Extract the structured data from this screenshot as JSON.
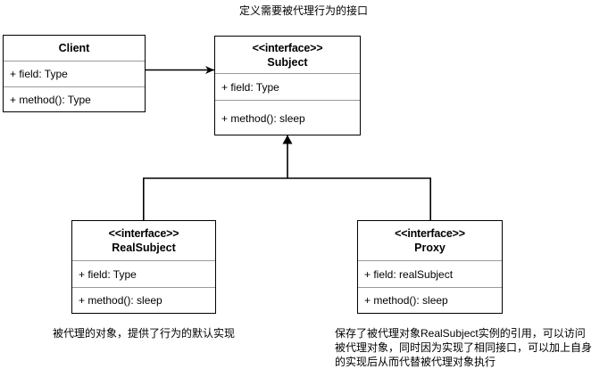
{
  "diagram": {
    "type": "uml-class-diagram",
    "title_note": "定义需要被代理行为的接口",
    "background": "#ffffff",
    "line_color": "#000000",
    "divider_color": "#9a9a9a"
  },
  "classes": {
    "client": {
      "name": "Client",
      "stereotype": "",
      "attributes": [
        "+ field: Type"
      ],
      "methods": [
        "+ method(): Type"
      ]
    },
    "subject": {
      "name": "Subject",
      "stereotype": "<<interface>>",
      "attributes": [
        "+ field: Type"
      ],
      "methods": [
        "+ method(): sleep"
      ]
    },
    "realsubject": {
      "name": "RealSubject",
      "stereotype": "<<interface>>",
      "attributes": [
        "+ field: Type"
      ],
      "methods": [
        "+ method(): sleep"
      ]
    },
    "proxy": {
      "name": "Proxy",
      "stereotype": "<<interface>>",
      "attributes": [
        "+ field: realSubject"
      ],
      "methods": [
        "+ method(): sleep"
      ]
    }
  },
  "notes": {
    "subject_note": "定义需要被代理行为的接口",
    "realsubject_note": "被代理的对象，提供了行为的默认实现",
    "proxy_note": "保存了被代理对象RealSubject实例的引用，可以访问被代理对象，同时因为实现了相同接口，可以加上自身的实现后从而代替被代理对象执行"
  },
  "relationships": [
    {
      "from": "Client",
      "to": "Subject",
      "kind": "association",
      "arrow": "open-arrow"
    },
    {
      "from": "RealSubject",
      "to": "Subject",
      "kind": "realization",
      "arrow": "solid-triangle"
    },
    {
      "from": "Proxy",
      "to": "Subject",
      "kind": "realization",
      "arrow": "solid-triangle"
    }
  ]
}
